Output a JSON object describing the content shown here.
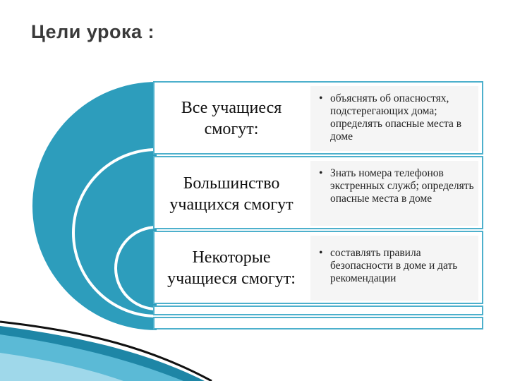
{
  "title": "Цели урока :",
  "colors": {
    "teal": "#2d9dbc",
    "teal_dark": "#1e86a6",
    "box_border": "#4db0cc",
    "bullet_bg": "#f5f5f5",
    "title": "#3a3a3a"
  },
  "rows": [
    {
      "label": "Все учащиеся смогут:",
      "bullet": "объяснять об опасностях, подстерегающих дома; определять опасные места в доме"
    },
    {
      "label": "Большинство учащихся смогут",
      "bullet": "Знать номера телефонов экстренных служб; определять опасные места в доме"
    },
    {
      "label": "Некоторые учащиеся смогут:",
      "bullet": "составлять правила безопасности в доме и дать  рекомендации"
    }
  ]
}
